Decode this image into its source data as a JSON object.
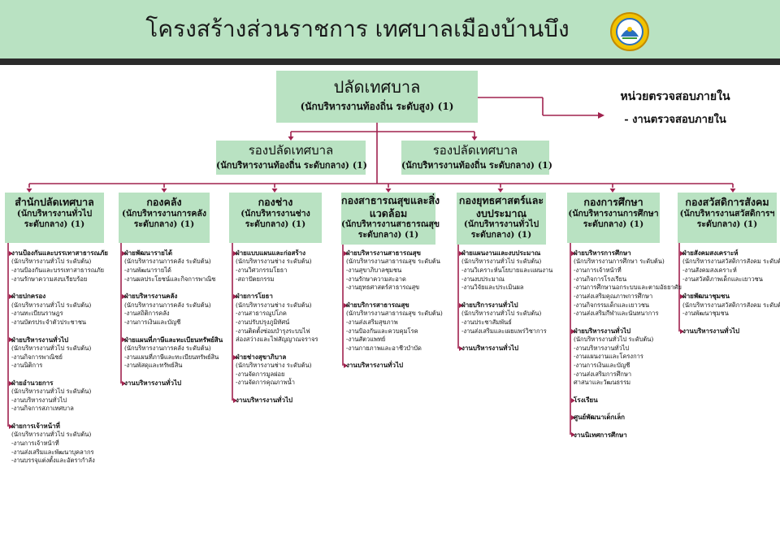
{
  "title": "โครงสร้างส่วนราชการ เทศบาลเมืองบ้านบึง",
  "colors": {
    "box": "#b9e2c2",
    "line": "#a0224e",
    "header_bar": "#2b2b2b"
  },
  "logo_icon": "municipal-seal",
  "mayor": {
    "title": "ปลัดเทศบาล",
    "sub": "(นักบริหารงานท้องถิ่น ระดับสูง) (1)"
  },
  "audit": {
    "title": "หน่วยตรวจสอบภายใน",
    "sub": "- งานตรวจสอบภายใน"
  },
  "deputies": [
    {
      "title": "รองปลัดเทศบาล",
      "sub": "(นักบริหารงานท้องถิ่น ระดับกลาง) (1)"
    },
    {
      "title": "รองปลัดเทศบาล",
      "sub": "(นักบริหารงานท้องถิ่น ระดับกลาง) (1)"
    }
  ],
  "departments": [
    {
      "name": [
        "สำนักปลัดเทศบาล",
        "(นักบริหารงานทั่วไป",
        "ระดับกลาง) (1)"
      ],
      "sections": [
        {
          "title": "งานป้องกันและบรรเทาสาธารณภัย",
          "lines": [
            "(นักบริหารงานทั่วไป ระดับต้น)",
            "-งานป้องกันและบรรเทาสาธารณภัย",
            "-งานรักษาความสงบเรียบร้อย"
          ]
        },
        {
          "title": "ฝ่ายปกครอง",
          "lines": [
            "(นักบริหารงานทั่วไป ระดับต้น)",
            "-งานทะเบียนราษฎร",
            "-งานบัตรประจำตัวประชาชน"
          ]
        },
        {
          "title": "ฝ่ายบริหารงานทั่วไป",
          "lines": [
            "(นักบริหารงานทั่วไป ระดับต้น)",
            "-งานกิจการพาณิชย์",
            "-งานนิติการ"
          ]
        },
        {
          "title": "ฝ่ายอำนวยการ",
          "lines": [
            "(นักบริหารงานทั่วไป ระดับต้น)",
            "-งานบริหารงานทั่วไป",
            "-งานกิจการสภาเทศบาล"
          ]
        },
        {
          "title": "ฝ่ายการเจ้าหน้าที่",
          "lines": [
            "(นักบริหารงานทั่วไป ระดับต้น)",
            "-งานการเจ้าหน้าที่",
            "-งานส่งเสริมและพัฒนาบุคลากร",
            "-งานบรรจุแต่งตั้งและอัตรากำลัง"
          ]
        }
      ]
    },
    {
      "name": [
        "กองคลัง",
        "(นักบริหารงานการคลัง",
        "ระดับกลาง) (1)"
      ],
      "sections": [
        {
          "title": "ฝ่ายพัฒนารายได้",
          "lines": [
            "(นักบริหารงานการคลัง ระดับต้น)",
            "-งานพัฒนารายได้",
            "-งานผลประโยชน์และกิจการพาณิช"
          ]
        },
        {
          "title": "ฝ่ายบริหารงานคลัง",
          "lines": [
            "(นักบริหารงานการคลัง ระดับต้น)",
            "-งานสถิติการคลัง",
            "-งานการเงินและบัญชี"
          ]
        },
        {
          "title": "ฝ่ายแผนที่ภาษีและทะเบียนทรัพย์สิน",
          "lines": [
            "(นักบริหารงานการคลัง ระดับต้น)",
            "-งานแผนที่ภาษีและทะเบียนทรัพย์สิน",
            "-งานพัสดุและทรัพย์สิน"
          ]
        },
        {
          "title": "งานบริหารงานทั่วไป",
          "lines": []
        }
      ]
    },
    {
      "name": [
        "กองช่าง",
        "(นักบริหารงานช่าง",
        "ระดับกลาง) (1)"
      ],
      "sections": [
        {
          "title": "ฝ่ายแบบแผนและก่อสร้าง",
          "lines": [
            "(นักบริหารงานช่าง ระดับต้น)",
            "-งานวิศวกรรมโยธา",
            "-สถาปัตยกรรม"
          ]
        },
        {
          "title": "ฝ่ายการโยธา",
          "lines": [
            "(นักบริหารงานช่าง ระดับต้น)",
            "-งานสาธารณูปโภค",
            "-งานปรับปรุงภูมิทัศน์",
            "-งานติดตั้งซ่อมบำรุงระบบไฟ",
            "ส่องสว่างและไฟสัญญาณจราจร"
          ]
        },
        {
          "title": "ฝ่ายช่างสุขาภิบาล",
          "lines": [
            "(นักบริหารงานช่าง ระดับต้น)",
            "-งานจัดการมูลฝอย",
            "-งานจัดการคุณภาพน้ำ"
          ]
        },
        {
          "title": "งานบริหารงานทั่วไป",
          "lines": []
        }
      ]
    },
    {
      "name": [
        "กองสาธารณสุขและสิ่ง",
        "แวดล้อม",
        "(นักบริหารงานสาธารณสุข",
        "ระดับกลาง) (1)"
      ],
      "sections": [
        {
          "title": "ฝ่ายบริหารงานสาธารณสุข",
          "lines": [
            "(นักบริหารงานสาธารณสุข ระดับต้น",
            "-งานสุขาภิบาลชุมชน",
            "-งานรักษาความสะอาด",
            "-งานยุทธศาสตร์สาธารณสุข"
          ]
        },
        {
          "title": "ฝ่ายบริการสาธารณสุข",
          "lines": [
            "(นักบริหารงานสาธารณสุข ระดับต้น)",
            "-งานส่งเสริมสุขภาพ",
            "-งานป้องกันและควบคุมโรค",
            "-งานสัตวแพทย์",
            "-งานกายภาพและอาชีวบำบัด"
          ]
        },
        {
          "title": "งานบริหารงานทั่วไป",
          "lines": []
        }
      ]
    },
    {
      "name": [
        "กองยุทธศาสตร์และ",
        "งบประมาณ",
        "(นักบริหารงานทั่วไป",
        "ระดับกลาง) (1)"
      ],
      "sections": [
        {
          "title": "ฝ่ายแผนงานและงบประมาณ",
          "lines": [
            "(นักบริหารงานทั่วไป ระดับต้น)",
            "-งานวิเคราะห์นโยบายและแผนงาน",
            "-งานงบประมาณ",
            "-งานวิจัยและประเมินผล"
          ]
        },
        {
          "title": "ฝ่ายบริการงานทั่วไป",
          "lines": [
            "(นักบริหารงานทั่วไป ระดับต้น)",
            "-งานประชาสัมพันธ์",
            "-งานส่งเสริมและเผยแพร่วิชาการ"
          ]
        },
        {
          "title": "งานบริหารงานทั่วไป",
          "lines": []
        }
      ]
    },
    {
      "name": [
        "กองการศึกษา",
        "(นักบริหารงานการศึกษา",
        "ระดับกลาง) (1)"
      ],
      "sections": [
        {
          "title": "ฝ่ายบริหารการศึกษา",
          "lines": [
            "(นักบริหารงานการศึกษา ระดับต้น)",
            "-งานการเจ้าหน้าที่",
            "-งานกิจการโรงเรียน",
            "-งานการศึกษานอกระบบและตามอัธยาศัย",
            "-งานส่งเสริมคุณภาพการศึกษา",
            "-งานกิจกรรมเด็กและเยาวชน",
            "-งานส่งเสริมกีฬาและนันทนาการ"
          ]
        },
        {
          "title": "ฝ่ายบริหารงานทั่วไป",
          "lines": [
            "(นักบริหารงานทั่วไป ระดับต้น)",
            "-งานบริหารงานทั่วไป",
            "-งานแผนงานและโครงการ",
            "-งานการเงินและบัญชี",
            "-งานส่งเสริมการศึกษา",
            "ศาสนาและวัฒนธรรม"
          ]
        },
        {
          "title": "โรงเรียน",
          "lines": []
        },
        {
          "title": "ศูนย์พัฒนาเด็กเล็ก",
          "lines": []
        },
        {
          "title": "งานนิเทศการศึกษา",
          "lines": []
        }
      ]
    },
    {
      "name": [
        "กองสวัสดิการสังคม",
        "(นักบริหารงานสวัสดิการฯ",
        "ระดับกลาง) (1)"
      ],
      "sections": [
        {
          "title": "ฝ่ายสังคมสงเคราะห์",
          "lines": [
            "(นักบริหารงานสวัสดิการสังคม ระดับต้น)",
            "-งานสังคมสงเคราะห์",
            "-งานสวัสดิภาพเด็กและเยาวชน"
          ]
        },
        {
          "title": "ฝ่ายพัฒนาชุมชน",
          "lines": [
            "(นักบริหารงานสวัสดิการสังคม ระดับต้น)",
            "-งานพัฒนาชุมชน"
          ]
        },
        {
          "title": "งานบริหารงานทั่วไป",
          "lines": []
        }
      ]
    }
  ]
}
